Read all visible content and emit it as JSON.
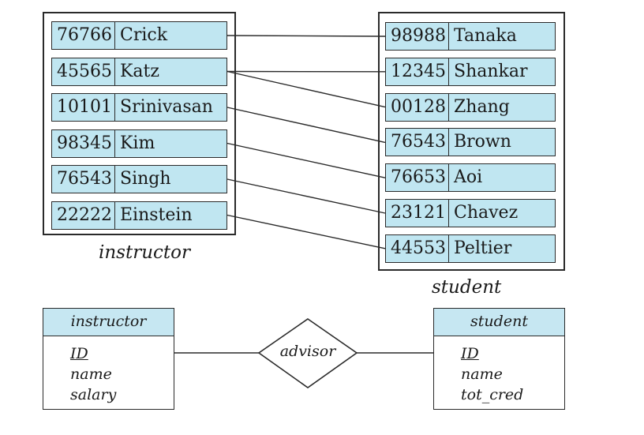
{
  "instructor_table": {
    "caption": "instructor",
    "rows": [
      {
        "id": "76766",
        "name": "Crick"
      },
      {
        "id": "45565",
        "name": "Katz"
      },
      {
        "id": "10101",
        "name": "Srinivasan"
      },
      {
        "id": "98345",
        "name": "Kim"
      },
      {
        "id": "76543",
        "name": "Singh"
      },
      {
        "id": "22222",
        "name": "Einstein"
      }
    ]
  },
  "student_table": {
    "caption": "student",
    "rows": [
      {
        "id": "98988",
        "name": "Tanaka"
      },
      {
        "id": "12345",
        "name": "Shankar"
      },
      {
        "id": "00128",
        "name": "Zhang"
      },
      {
        "id": "76543",
        "name": "Brown"
      },
      {
        "id": "76653",
        "name": "Aoi"
      },
      {
        "id": "23121",
        "name": "Chavez"
      },
      {
        "id": "44553",
        "name": "Peltier"
      }
    ]
  },
  "links": [
    [
      0,
      0
    ],
    [
      1,
      1
    ],
    [
      1,
      2
    ],
    [
      2,
      3
    ],
    [
      3,
      4
    ],
    [
      4,
      5
    ],
    [
      5,
      6
    ]
  ],
  "er_diagram": {
    "instructor_entity": {
      "title": "instructor",
      "primary_key": "ID",
      "attributes": [
        "name",
        "salary"
      ]
    },
    "relationship": "advisor",
    "student_entity": {
      "title": "student",
      "primary_key": "ID",
      "attributes": [
        "name",
        "tot_cred"
      ]
    }
  },
  "colors": {
    "record_fill": "#c0e6f1",
    "line": "#2a2a2a"
  }
}
